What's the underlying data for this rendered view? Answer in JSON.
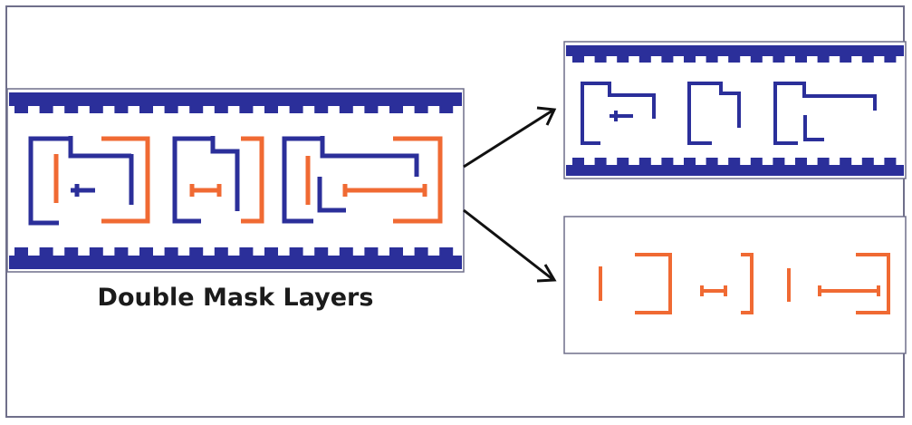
{
  "caption": "Double Mask Layers",
  "colors": {
    "mask_a": "#2b2f9a",
    "mask_b": "#f06a33",
    "frame": "#6f6f8a",
    "arrow": "#111111",
    "text": "#1b1b1b"
  },
  "panels": [
    {
      "name": "combined-layout-panel",
      "layers": [
        "mask_a",
        "mask_b"
      ]
    },
    {
      "name": "mask-a-panel",
      "layers": [
        "mask_a"
      ]
    },
    {
      "name": "mask-b-panel",
      "layers": [
        "mask_b"
      ]
    }
  ]
}
